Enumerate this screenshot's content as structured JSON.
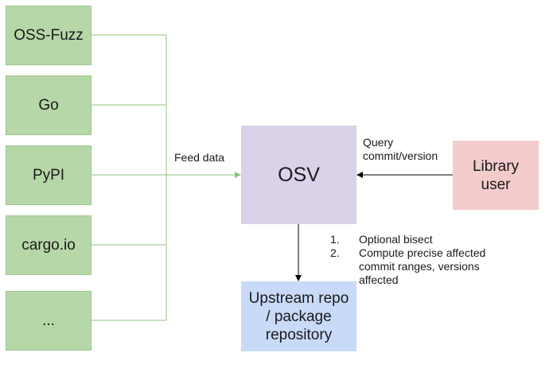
{
  "sources": [
    {
      "label": "OSS-Fuzz"
    },
    {
      "label": "Go"
    },
    {
      "label": "PyPI"
    },
    {
      "label": "cargo.io"
    },
    {
      "label": "..."
    }
  ],
  "osv": {
    "label": "OSV"
  },
  "library_user": {
    "label": "Library user"
  },
  "upstream": {
    "label": "Upstream repo / package repository"
  },
  "feed_label": "Feed data",
  "query_label": "Query commit/version",
  "steps": [
    {
      "num": "1.",
      "text": "Optional bisect"
    },
    {
      "num": "2.",
      "text": "Compute precise affected commit ranges, versions affected"
    }
  ],
  "colors": {
    "source_fill": "#b6d7a8",
    "osv_fill": "#d9d2e9",
    "library_fill": "#f4cccc",
    "upstream_fill": "#c9daf8",
    "feed_line": "#8fc27a",
    "arrow": "#000000"
  }
}
